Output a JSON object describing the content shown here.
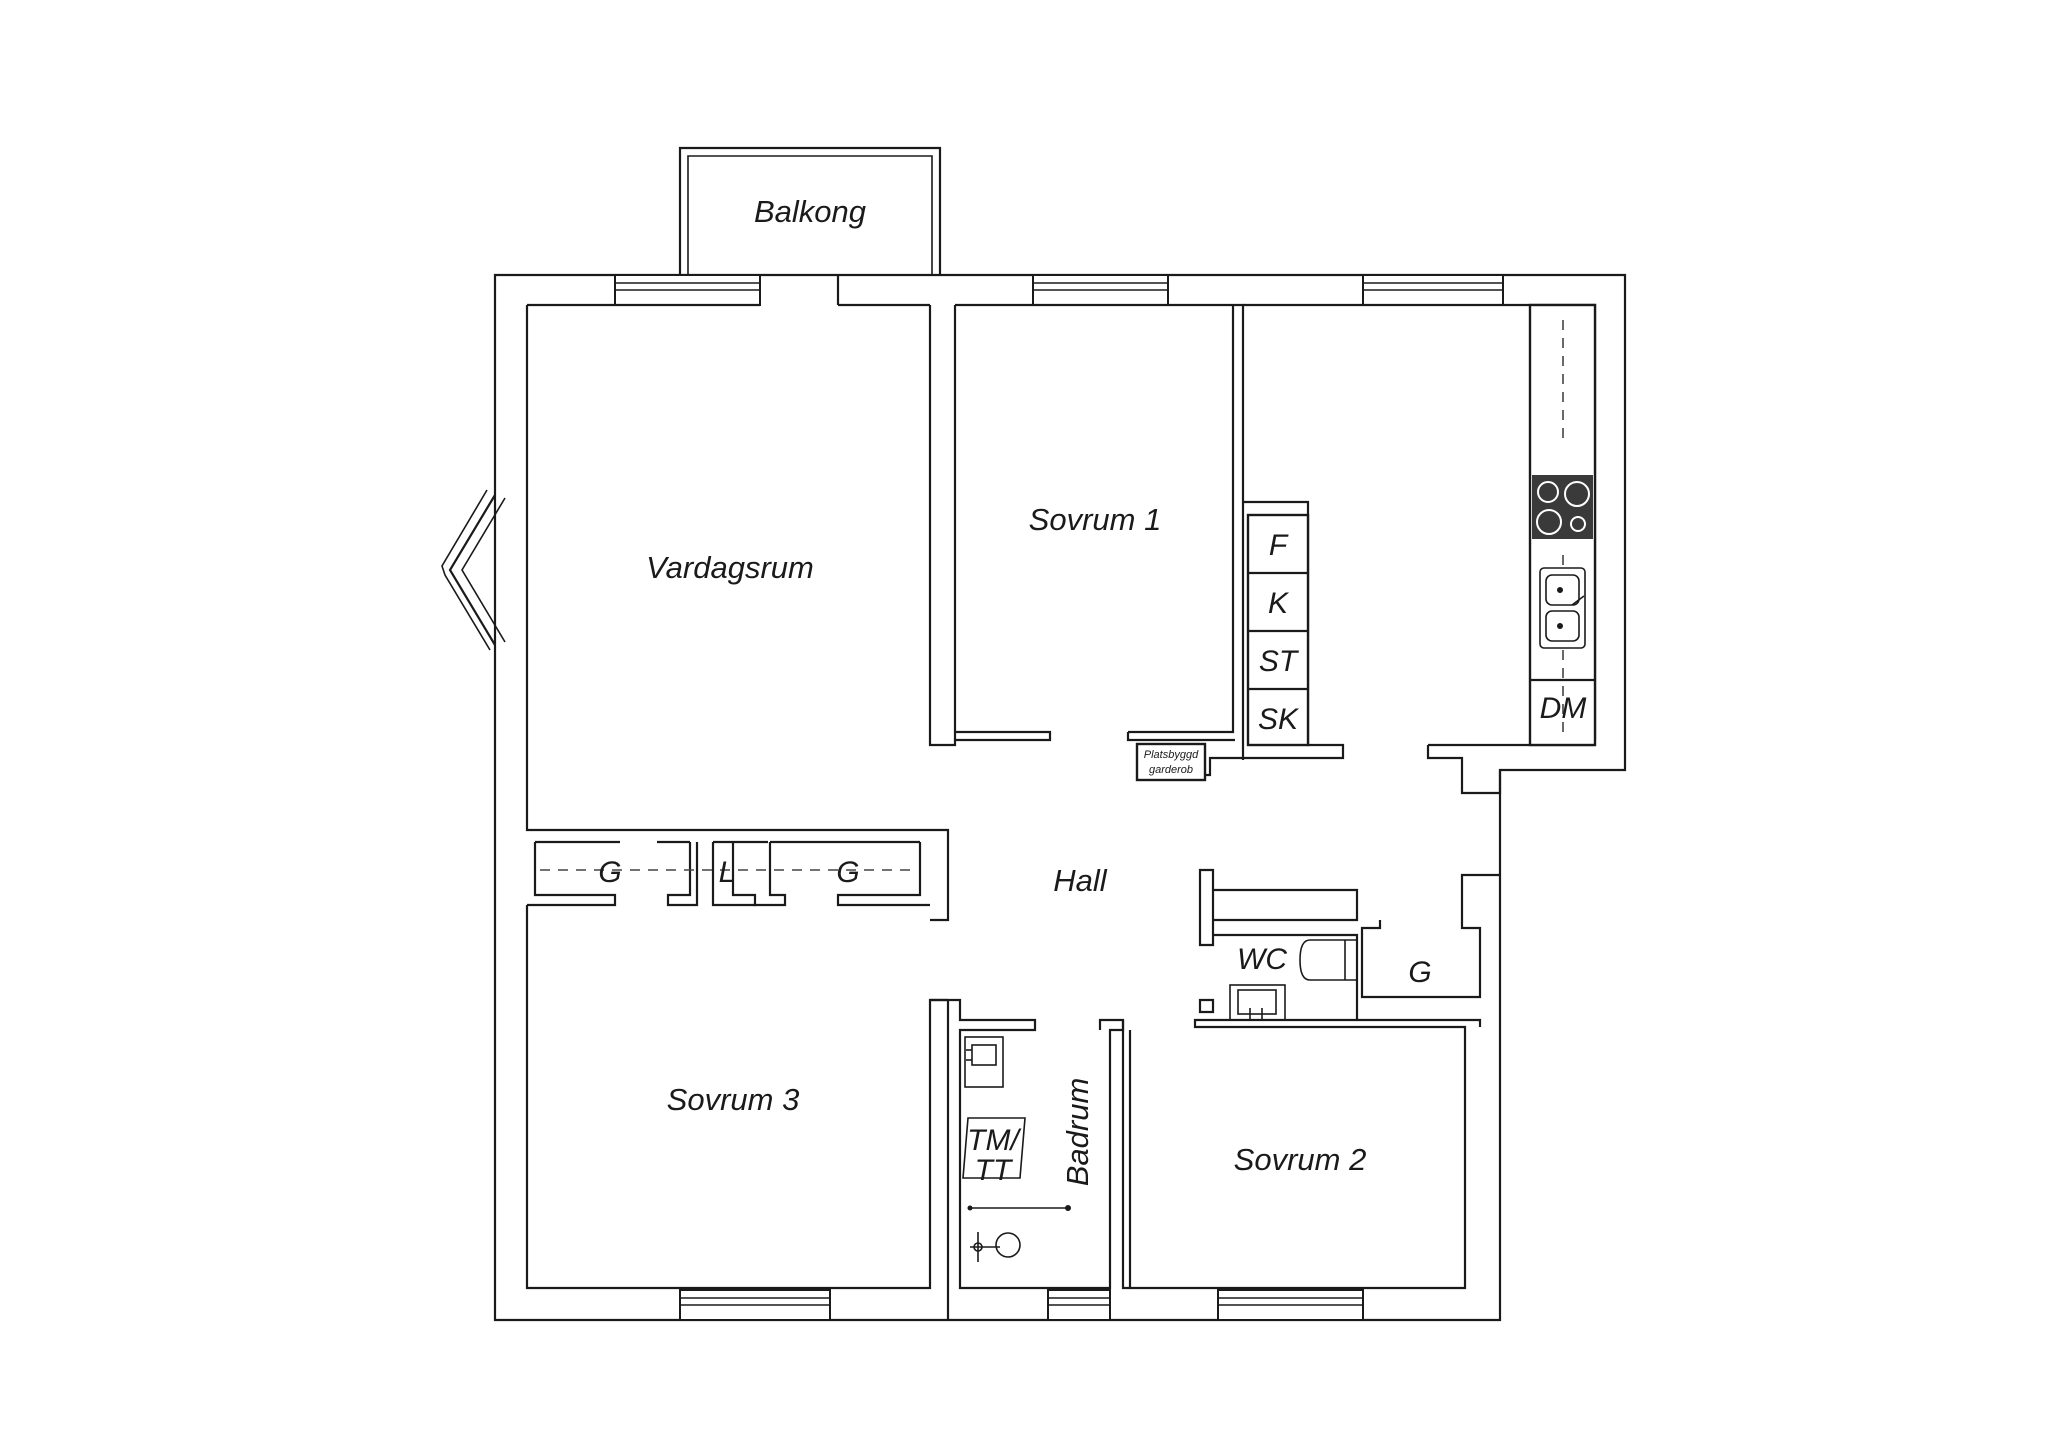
{
  "rooms": {
    "balkong": "Balkong",
    "vardagsrum": "Vardagsrum",
    "sovrum1": "Sovrum 1",
    "sovrum2": "Sovrum 2",
    "sovrum3": "Sovrum 3",
    "hall": "Hall",
    "badrum": "Badrum",
    "wc": "WC"
  },
  "fixtures": {
    "kitchen_f": "F",
    "kitchen_k": "K",
    "kitchen_st": "ST",
    "kitchen_sk": "SK",
    "kitchen_dm": "DM",
    "closet_g_left": "G",
    "closet_l": "L",
    "closet_g_right": "G",
    "closet_g_wc": "G",
    "tm_line1": "TM/",
    "tm_line2": "TT",
    "wardrobe_line1": "Platsbyggd",
    "wardrobe_line2": "garderob"
  },
  "colors": {
    "line": "#1a1a1a",
    "background": "#ffffff",
    "stove": "#3a3a3a"
  }
}
